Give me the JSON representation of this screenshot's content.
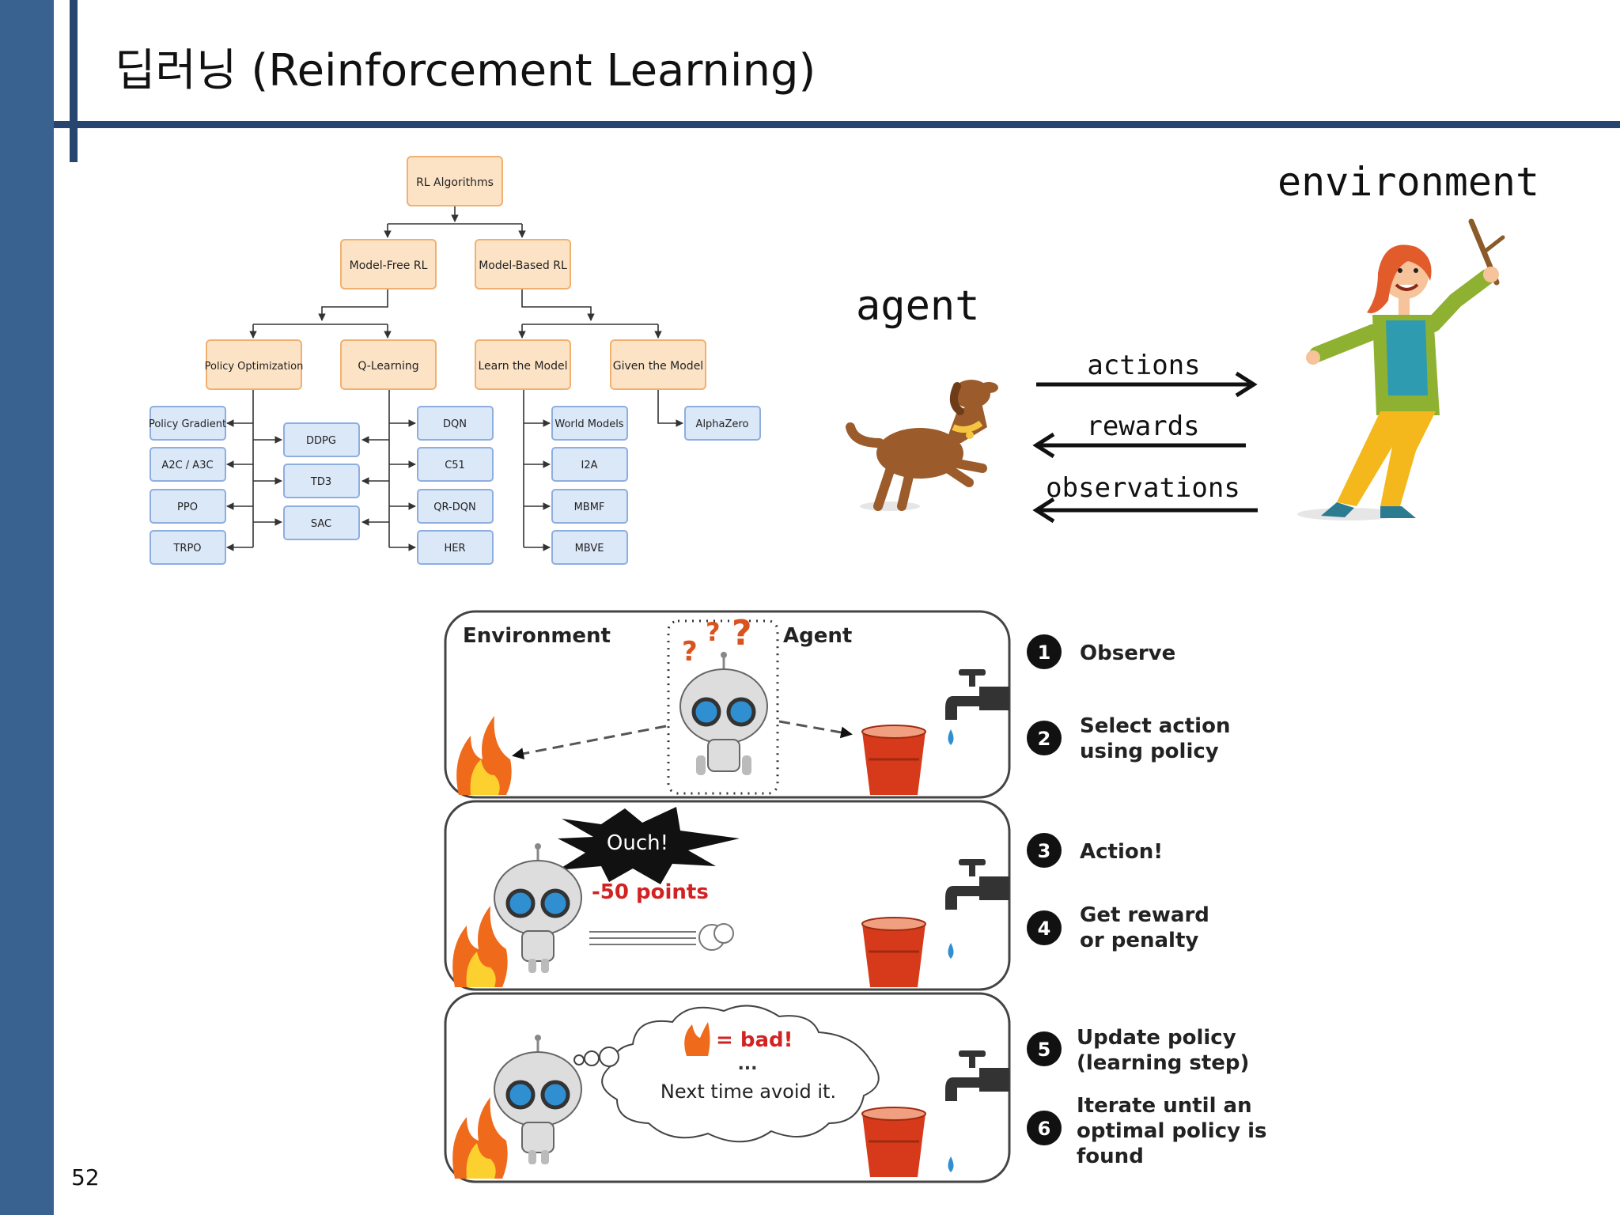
{
  "slide": {
    "title": "딥러닝 (Reinforcement Learning)",
    "page_number": "52"
  },
  "taxonomy": {
    "root": "RL Algorithms",
    "level1": [
      "Model-Free RL",
      "Model-Based RL"
    ],
    "level2": [
      "Policy Optimization",
      "Q-Learning",
      "Learn the Model",
      "Given the Model"
    ],
    "policy_optimization": [
      "Policy Gradient",
      "A2C / A3C",
      "PPO",
      "TRPO"
    ],
    "shared": [
      "DDPG",
      "TD3",
      "SAC"
    ],
    "q_learning": [
      "DQN",
      "C51",
      "QR-DQN",
      "HER"
    ],
    "learn_model": [
      "World Models",
      "I2A",
      "MBMF",
      "MBVE"
    ],
    "given_model": [
      "AlphaZero"
    ]
  },
  "agent_env": {
    "agent": "agent",
    "environment": "environment",
    "arrows": [
      "actions",
      "rewards",
      "observations"
    ]
  },
  "comic": {
    "panel1": {
      "environment": "Environment",
      "agent": "Agent"
    },
    "panel2": {
      "ouch": "Ouch!",
      "points": "-50 points"
    },
    "panel3": {
      "bad": "= bad!",
      "dots": "...",
      "avoid": "Next time avoid it."
    }
  },
  "steps": [
    {
      "num": "1",
      "line1": "Observe",
      "line2": "",
      "line3": ""
    },
    {
      "num": "2",
      "line1": "Select action",
      "line2": "using policy",
      "line3": ""
    },
    {
      "num": "3",
      "line1": "Action!",
      "line2": "",
      "line3": ""
    },
    {
      "num": "4",
      "line1": "Get reward",
      "line2": "or penalty",
      "line3": ""
    },
    {
      "num": "5",
      "line1": "Update policy",
      "line2": "(learning step)",
      "line3": ""
    },
    {
      "num": "6",
      "line1": "Iterate until an",
      "line2": "optimal policy is",
      "line3": "found"
    }
  ],
  "colors": {
    "sidebar": "#3a6291",
    "bar": "#27456e",
    "orange_box": "#fde3c6",
    "orange_border": "#f0b170",
    "blue_box": "#dbe8f8",
    "blue_border": "#8eaee0"
  }
}
